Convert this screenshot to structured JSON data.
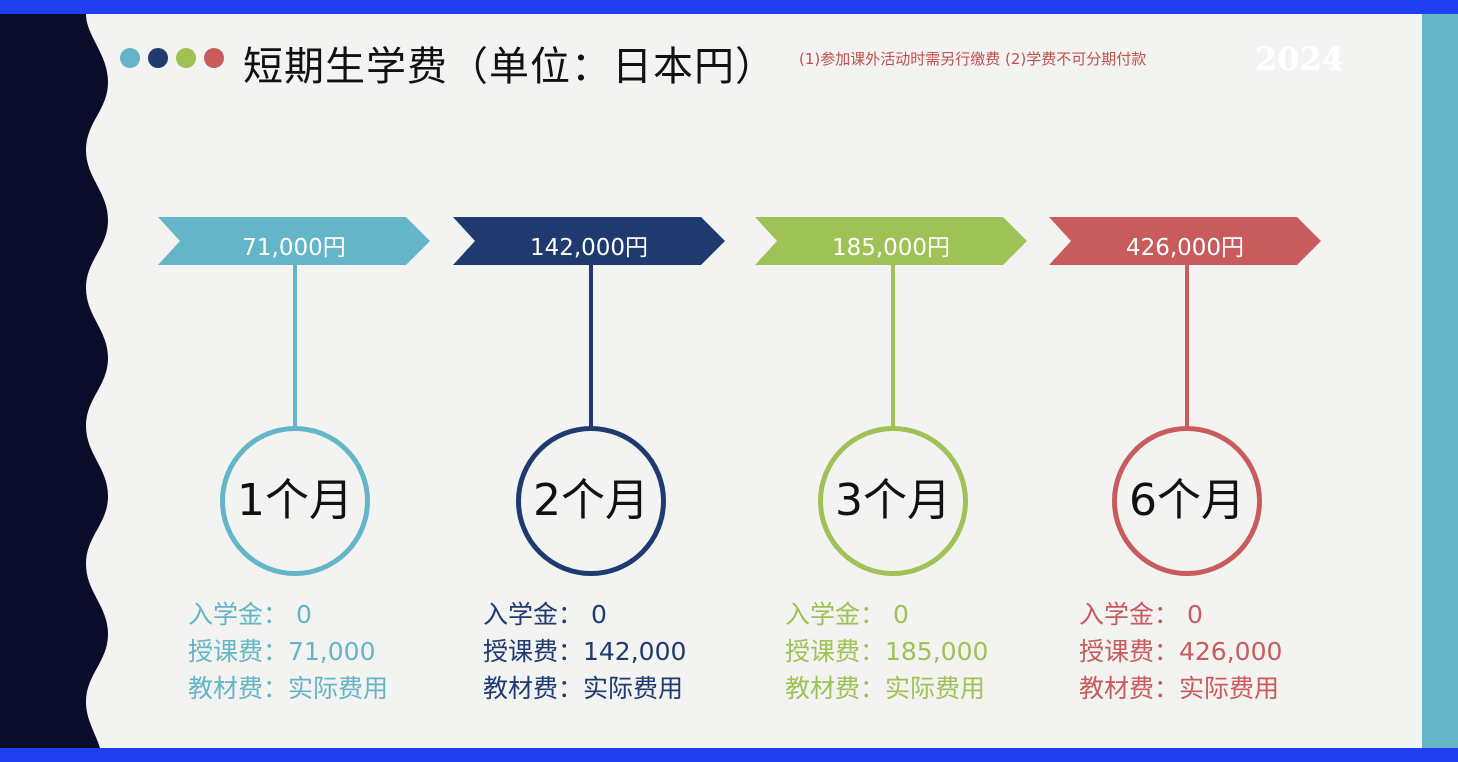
{
  "title": "短期生学费（单位：日本円）",
  "note": "(1)参加课外活动时需另行缴费   (2)学费不可分期付款",
  "year": "2024",
  "colors": {
    "teal": "#64b5c8",
    "navy": "#1e3a6e",
    "green": "#9ec255",
    "red": "#c85b5b",
    "frame": "#1f3ff0",
    "sidebar": "#0a0c2a"
  },
  "plans": [
    {
      "price": "71,000円",
      "duration": "1个月",
      "enrollment": "入学金：  0",
      "tuition": "授课费：71,000",
      "materials": "教材费：实际费用"
    },
    {
      "price": "142,000円",
      "duration": "2个月",
      "enrollment": "入学金： 0",
      "tuition": "授课费：142,000",
      "materials": "教材费：实际费用"
    },
    {
      "price": "185,000円",
      "duration": "3个月",
      "enrollment": "入学金： 0",
      "tuition": "授课费：185,000",
      "materials": "教材费：实际费用"
    },
    {
      "price": "426,000円",
      "duration": "6个月",
      "enrollment": "入学金： 0",
      "tuition": "授课费：426,000",
      "materials": "教材费：实际费用"
    }
  ]
}
